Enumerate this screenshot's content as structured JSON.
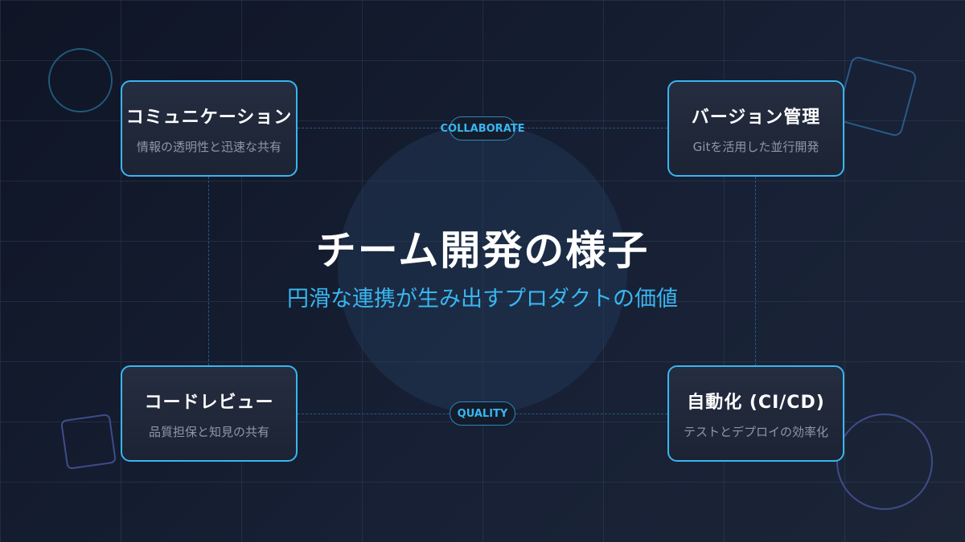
{
  "title": "チーム開発の様子",
  "subtitle": "円滑な連携が生み出すプロダクトの価値",
  "cards": [
    {
      "title": "コミュニケーション",
      "desc": "情報の透明性と迅速な共有"
    },
    {
      "title": "バージョン管理",
      "desc": "Gitを活用した並行開発"
    },
    {
      "title": "コードレビュー",
      "desc": "品質担保と知見の共有"
    },
    {
      "title": "自動化 (CI/CD)",
      "desc": "テストとデプロイの効率化"
    }
  ],
  "labels": {
    "top": "COLLABORATE",
    "bottom": "QUALITY"
  },
  "colors": {
    "accent": "#38b6f0",
    "background": "#141b2b"
  }
}
